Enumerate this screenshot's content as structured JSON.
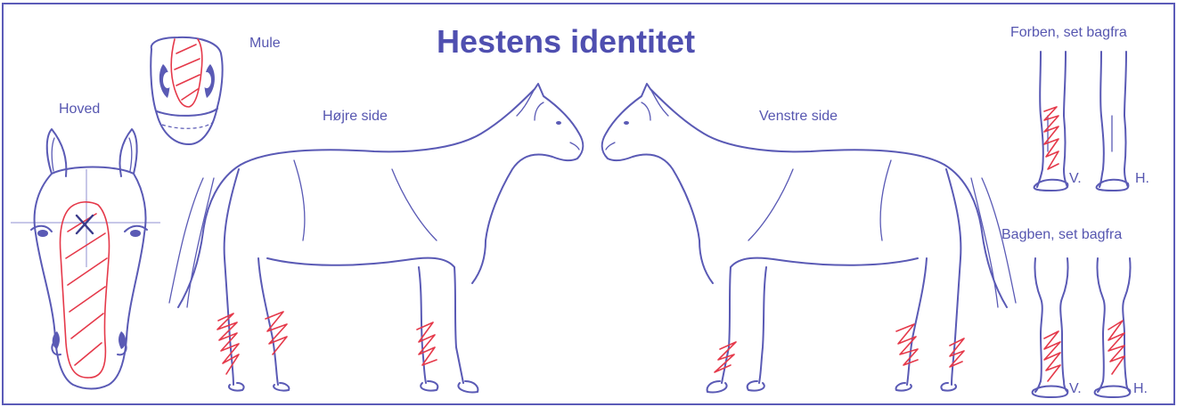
{
  "title": "Hestens identitet",
  "labels": {
    "head": "Hoved",
    "muzzle": "Mule",
    "right_side": "Højre side",
    "left_side": "Venstre side",
    "forelegs": "Forben, set bagfra",
    "hindlegs": "Bagben, set bagfra",
    "fore_left": "V.",
    "fore_right": "H.",
    "hind_left": "V.",
    "hind_right": "H."
  },
  "colors": {
    "outline": "#5a5ab5",
    "marking": "#e5394a"
  }
}
